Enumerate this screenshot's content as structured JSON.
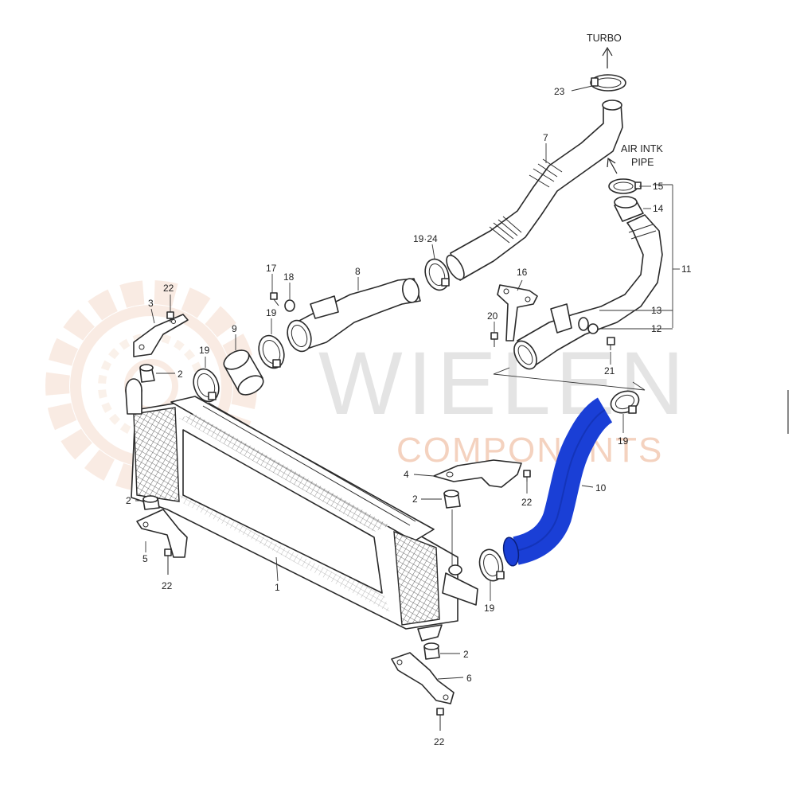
{
  "watermark": {
    "brand": "WIELEN",
    "subtitle": "COMPONENTS",
    "brand_color": "#d9d9d9",
    "subtitle_color": "#f2c7b0",
    "gear_color": "#f5dccd"
  },
  "colors": {
    "highlight_hose": "#1a3fd6",
    "line": "#2a2a2a"
  },
  "directions": {
    "turbo": "TURBO",
    "air_intake_line1": "AIR INTK",
    "air_intake_line2": "PIPE"
  },
  "callouts": {
    "c23": "23",
    "c7": "7",
    "c15": "15",
    "c14": "14",
    "c11": "11",
    "c13": "13",
    "c12": "12",
    "c21": "21",
    "c19_24": "19·24",
    "c16": "16",
    "c20": "20",
    "c17": "17",
    "c18": "18",
    "c8": "8",
    "c19a": "19",
    "c9": "9",
    "c19b": "19",
    "c22a": "22",
    "c3": "3",
    "c2a": "2",
    "c19c": "19",
    "c10": "10",
    "c4": "4",
    "c22b": "22",
    "c2b": "2",
    "c2c": "2",
    "c5": "5",
    "c22c": "22",
    "c1": "1",
    "c19d": "19",
    "c2d": "2",
    "c6": "6",
    "c22d": "22"
  }
}
